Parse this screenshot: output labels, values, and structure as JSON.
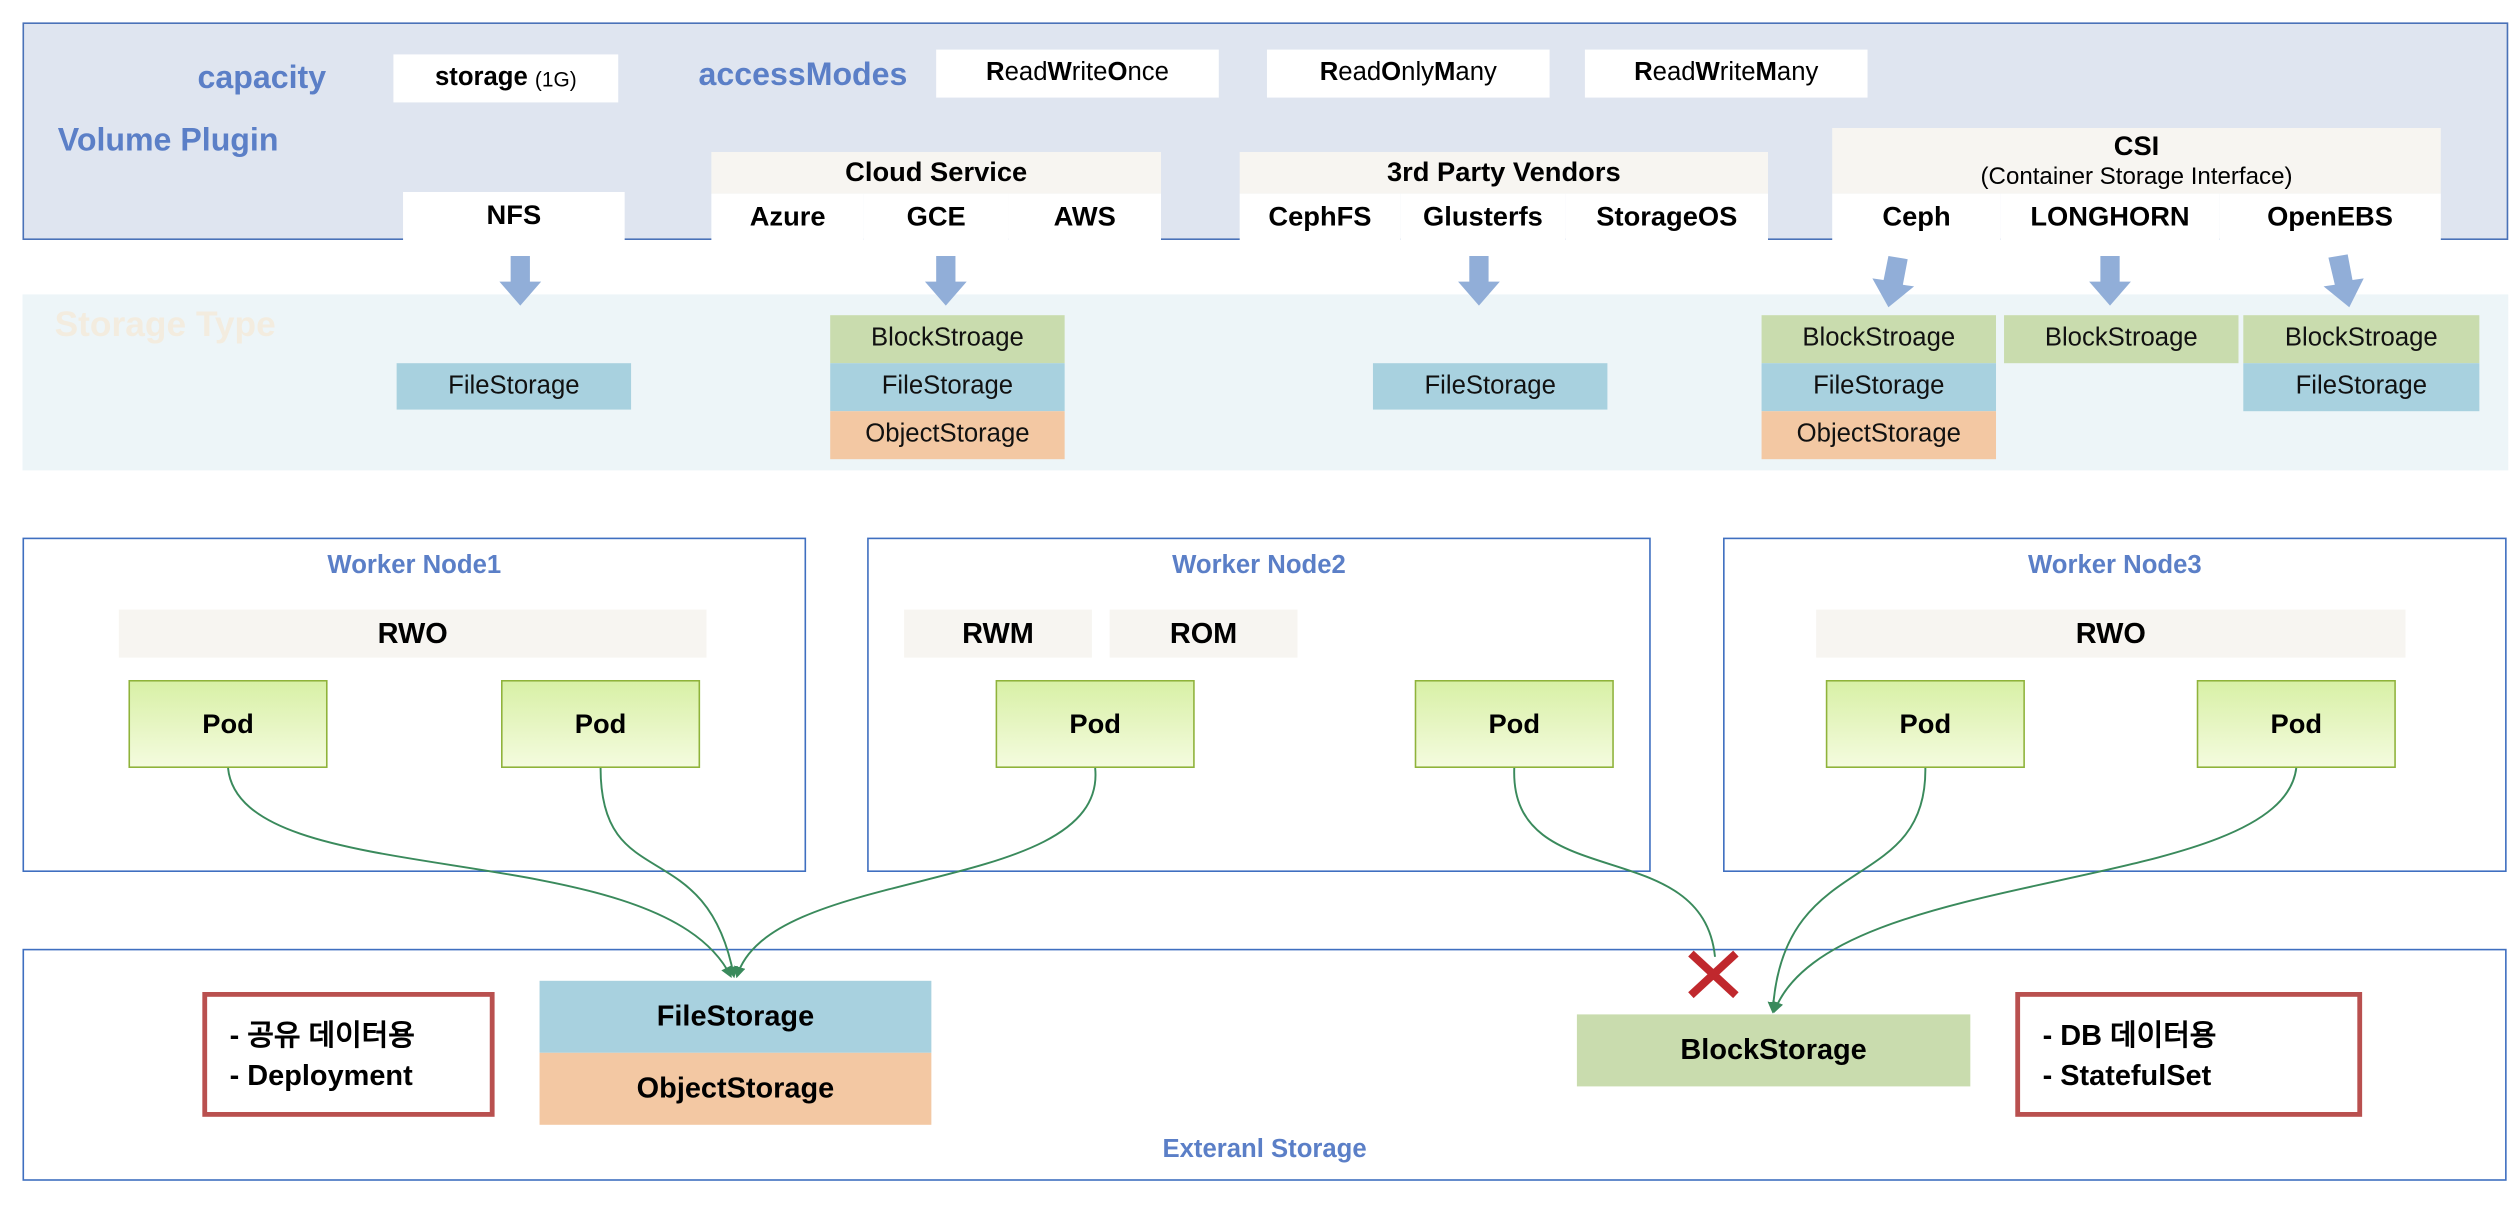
{
  "top": {
    "capacity_label": "capacity",
    "storage_value": "storage",
    "storage_size": "(1G)",
    "access_modes_label": "accessModes",
    "volume_plugin_label": "Volume Plugin",
    "access_modes": [
      {
        "parts": [
          [
            "R",
            true
          ],
          [
            "ead",
            false
          ],
          [
            "W",
            true
          ],
          [
            "rite",
            false
          ],
          [
            "O",
            true
          ],
          [
            "nce",
            false
          ]
        ]
      },
      {
        "parts": [
          [
            "R",
            true
          ],
          [
            "ead",
            false
          ],
          [
            "O",
            true
          ],
          [
            "nly",
            false
          ],
          [
            "M",
            true
          ],
          [
            "any",
            false
          ]
        ]
      },
      {
        "parts": [
          [
            "R",
            true
          ],
          [
            "ead",
            false
          ],
          [
            "W",
            true
          ],
          [
            "rite",
            false
          ],
          [
            "M",
            true
          ],
          [
            "any",
            false
          ]
        ]
      }
    ]
  },
  "plugins": {
    "nfs": "NFS",
    "cloud_service": {
      "title": "Cloud Service",
      "items": [
        "Azure",
        "GCE",
        "AWS"
      ]
    },
    "third_party": {
      "title": "3rd Party Vendors",
      "items": [
        "CephFS",
        "Glusterfs",
        "StorageOS"
      ]
    },
    "csi": {
      "title": "CSI",
      "subtitle": "(Container Storage Interface)",
      "items": [
        "Ceph",
        "LONGHORN",
        "OpenEBS"
      ]
    }
  },
  "storage_type": {
    "label": "Storage Type",
    "nfs": [
      "FileStorage"
    ],
    "cloud": [
      "BlockStroage",
      "FileStorage",
      "ObjectStorage"
    ],
    "third_party": [
      "FileStorage"
    ],
    "ceph": [
      "BlockStroage",
      "FileStorage",
      "ObjectStorage"
    ],
    "longhorn": [
      "BlockStroage"
    ],
    "openebs": [
      "BlockStroage",
      "FileStorage"
    ]
  },
  "nodes": [
    {
      "title": "Worker Node1",
      "modes": [
        "RWO"
      ],
      "pods": [
        "Pod",
        "Pod"
      ]
    },
    {
      "title": "Worker Node2",
      "modes": [
        "RWM",
        "ROM"
      ],
      "pods": [
        "Pod",
        "Pod"
      ]
    },
    {
      "title": "Worker Node3",
      "modes": [
        "RWO"
      ],
      "pods": [
        "Pod",
        "Pod"
      ]
    }
  ],
  "external": {
    "title": "Exteranl Storage",
    "left_note": [
      "- 공유 데이터용",
      "- Deployment"
    ],
    "right_note": [
      "- DB 데이터용",
      "- StatefulSet"
    ],
    "file": "FileStorage",
    "object": "ObjectStorage",
    "block": "BlockStorage"
  },
  "colors": {
    "accent_blue": "#5b7fc7",
    "block": "#c9dcae",
    "file": "#a8d1df",
    "object": "#f3c8a3",
    "connector": "#3a8a5c",
    "cross": "#c0282d",
    "note_border": "#b9504f"
  }
}
